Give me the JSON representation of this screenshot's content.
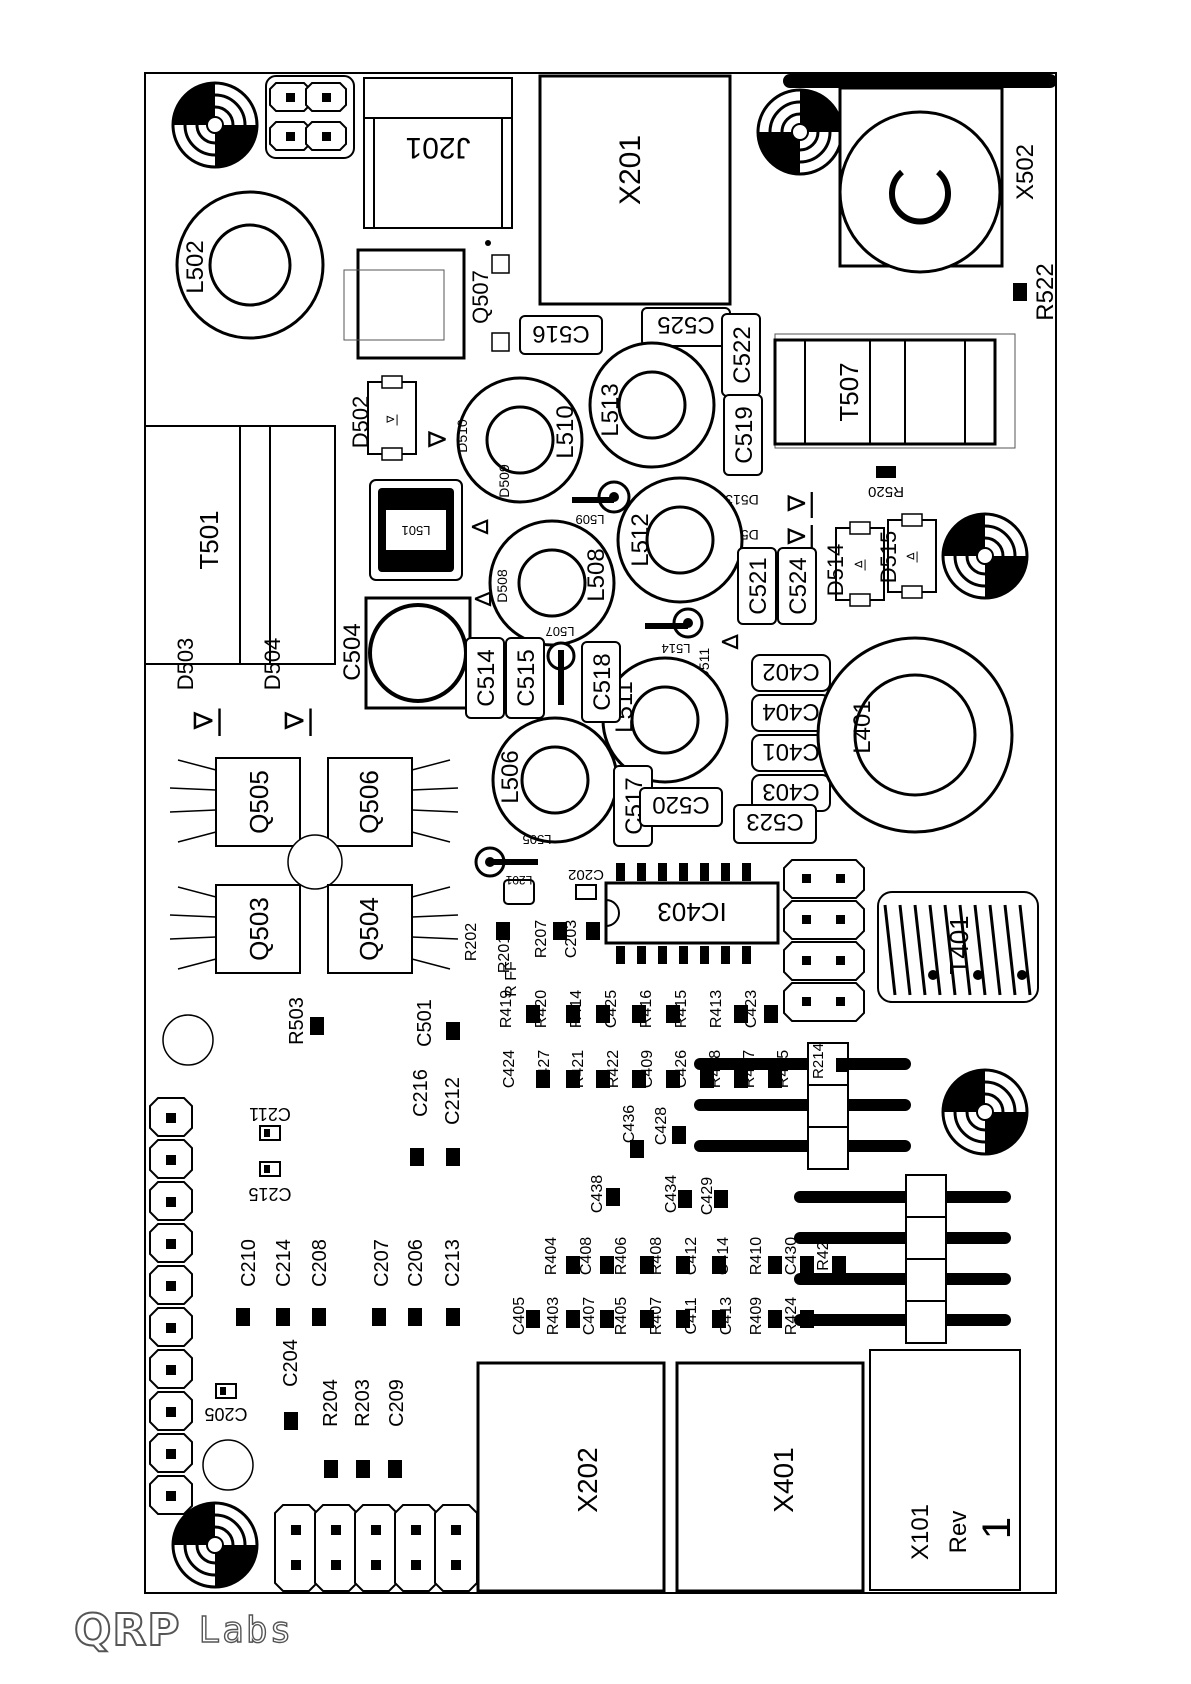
{
  "colors": {
    "ink": "#000000",
    "paper": "#ffffff",
    "logo": "#555555"
  },
  "labels": {
    "J201": "J201",
    "X201": "X201",
    "X502": "X502",
    "R522": "R522",
    "L502": "L502",
    "Q507": "Q507",
    "C516": "C516",
    "C525": "C525",
    "C522": "C522",
    "T507": "T507",
    "D502": "D502",
    "D510": "D510",
    "L510": "L510",
    "L513": "L513",
    "C519": "C519",
    "R520": "R520",
    "D509": "D509",
    "L509": "L509",
    "D513": "D513",
    "D512": "D512",
    "L512": "L512",
    "T501": "T501",
    "L501": "L501",
    "L508": "L508",
    "D508": "D508",
    "C504": "C504",
    "C521": "C521",
    "C524": "C524",
    "D514": "D514",
    "D515": "D515",
    "L507": "L507",
    "L511": "L511",
    "D511": "D511",
    "C514": "C514",
    "C515": "C515",
    "C518": "C518",
    "C402": "C402",
    "C404": "C404",
    "C401": "C401",
    "C403": "C403",
    "L401": "L401",
    "D503": "D503",
    "D504": "D504",
    "L506": "L506",
    "C517": "C517",
    "C520": "C520",
    "C523": "C523",
    "L505": "L505",
    "Q505": "Q505",
    "Q506": "Q506",
    "Q503": "Q503",
    "Q504": "Q504",
    "L201": "L201",
    "C202": "C202",
    "IC403": "IC403",
    "T401": "T401",
    "R202": "R202",
    "R201": "R201",
    "R207": "R207",
    "C203": "C203",
    "RFF": "R FF",
    "R503": "R503",
    "C501": "C501",
    "R419": "R419",
    "R420": "R420",
    "R414": "R414",
    "C425": "C425",
    "R416": "R416",
    "R415": "R415",
    "R413": "R413",
    "C423": "C423",
    "C424": "C424",
    "C427": "C427",
    "R421": "R421",
    "R422": "R422",
    "C409": "C409",
    "C426": "C426",
    "R418": "R418",
    "R417": "R417",
    "R425": "R425",
    "R214": "R214",
    "C211": "C211",
    "C215": "C215",
    "C216": "C216",
    "C212": "C212",
    "C436": "C436",
    "C428": "C428",
    "C438": "C438",
    "C434": "C434",
    "C429": "C429",
    "C210": "C210",
    "C214": "C214",
    "C208": "C208",
    "C207": "C207",
    "C206": "C206",
    "C213": "C213",
    "R404": "R404",
    "C408": "C408",
    "R406": "R406",
    "R408": "R408",
    "C412": "C412",
    "C414": "C414",
    "R410": "R410",
    "C430": "C430",
    "R426": "R42",
    "C405": "C405",
    "R403": "R403",
    "C407": "C407",
    "R405": "R405",
    "R407": "R407",
    "C411": "C411",
    "C413": "C413",
    "R409": "R409",
    "R424": "R424",
    "C204": "C204",
    "C205": "C205",
    "R204": "R204",
    "R203": "R203",
    "C209": "C209",
    "X202": "X202",
    "X401": "X401",
    "X101": "X101",
    "Rev": "Rev",
    "RevNum": "1"
  },
  "logo": {
    "mark": "QRP",
    "text": "Labs"
  }
}
